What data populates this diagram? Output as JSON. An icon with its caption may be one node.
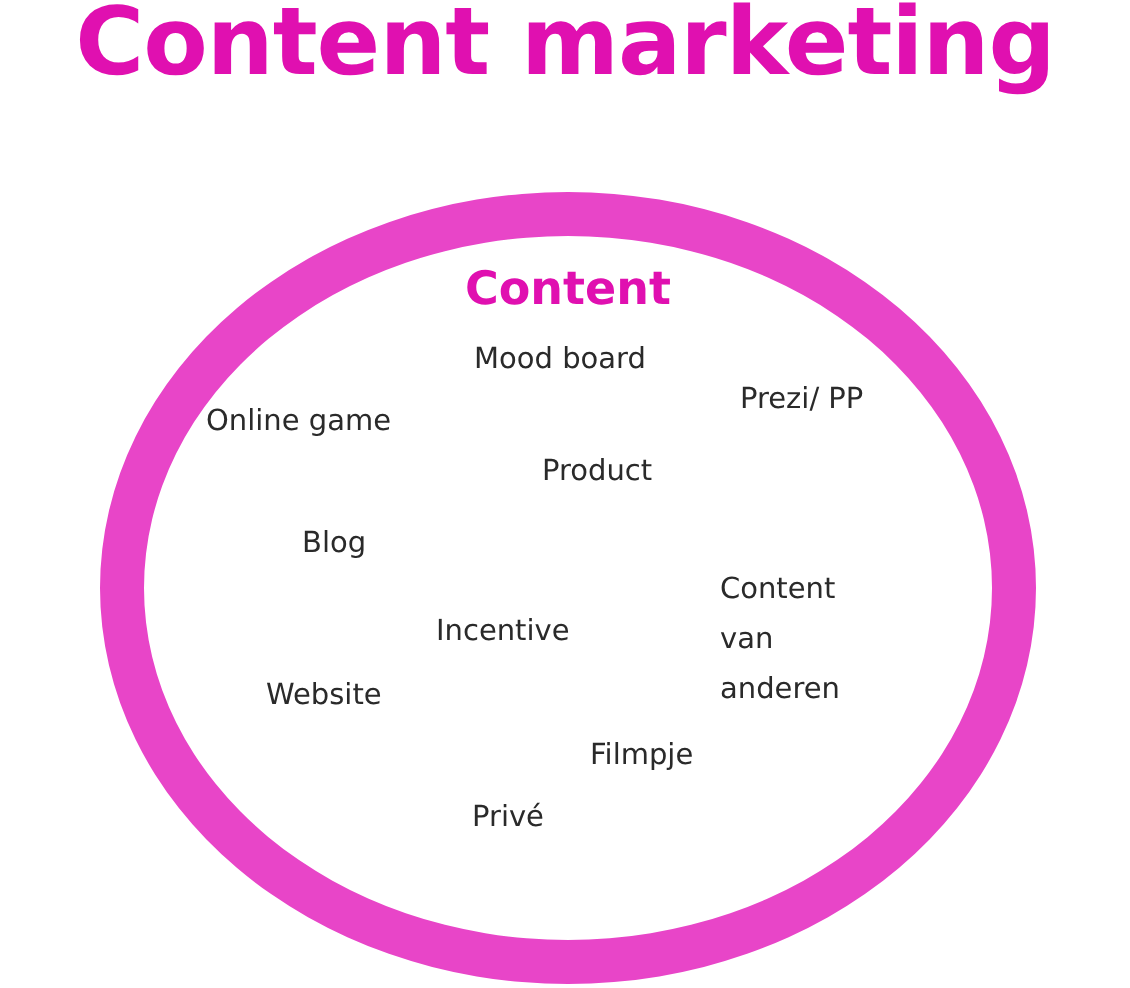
{
  "diagram": {
    "title": "Content marketing",
    "nodes": [
      {
        "text": [
          "Content"
        ]
      }
    ],
    "labels": [
      "Mood board",
      "Prezi/ PP",
      "Online game",
      "Product",
      "Blog",
      "Content van anderen",
      "Incentive",
      "Website",
      "Filmpje",
      "Privé"
    ]
  }
}
